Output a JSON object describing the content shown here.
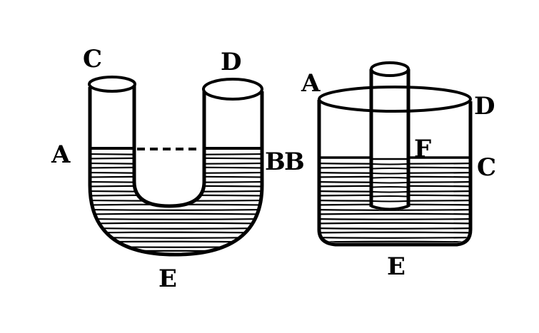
{
  "u_tube": {
    "labels": {
      "C": "C",
      "D": "D",
      "A": "A",
      "B": "B",
      "E": "E"
    }
  },
  "vessel": {
    "labels": {
      "A": "A",
      "B": "B",
      "D": "D",
      "F": "F",
      "C": "C",
      "E": "E"
    }
  },
  "colors": {
    "ink": "#000000",
    "paper": "#ffffff"
  }
}
